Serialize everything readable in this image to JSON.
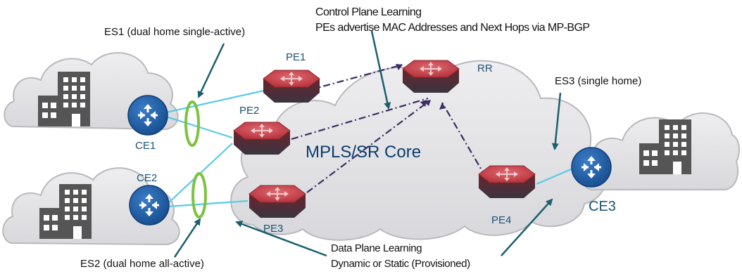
{
  "annotations": {
    "control_plane_title": "Control Plane Learning",
    "control_plane_desc": "PEs advertise MAC Addresses and Next Hops via MP-BGP",
    "es1": "ES1 (dual home single-active)",
    "es2": "ES2 (dual home all-active)",
    "es3": "ES3 (single home)",
    "data_plane_title": "Data Plane Learning",
    "data_plane_desc": "Dynamic or Static (Provisioned)"
  },
  "core": {
    "label": "MPLS/SR Core"
  },
  "routers": {
    "pe1": "PE1",
    "pe2": "PE2",
    "pe3": "PE3",
    "pe4": "PE4",
    "rr": "RR"
  },
  "ce": {
    "ce1": "CE1",
    "ce2": "CE2",
    "ce3": "CE3"
  },
  "colors": {
    "cloud_fill": "#e3e3e6",
    "cloud_stroke": "#b9b9be",
    "ce_blue": "#1f5ea8",
    "router_red": "#b8333c",
    "access_link": "#5bc8e8",
    "bgp_dashdot": "#3b2c63",
    "es_ring": "#7ec242",
    "arrow": "#1b5f6e",
    "building": "#555555"
  }
}
